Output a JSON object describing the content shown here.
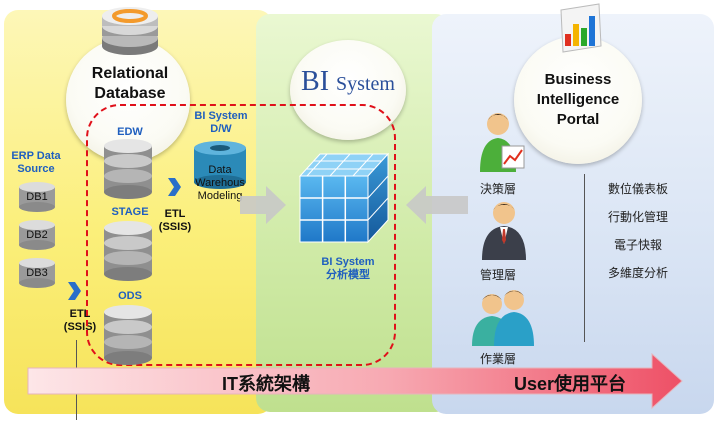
{
  "panels": {
    "left_title": "Relational\nDatabase",
    "mid_logo_bi": "BI",
    "mid_logo_system": "System",
    "right_title": "Business\nIntelligence\nPortal"
  },
  "erp": {
    "label": "ERP Data\nSource",
    "dbs": [
      "DB1",
      "DB2",
      "DB3"
    ],
    "etl": "ETL\n(SSIS)"
  },
  "rdb": {
    "edw": "EDW",
    "stage": "STAGE",
    "ods": "ODS",
    "bi_dw": "BI System\nD/W",
    "dw_modeling": "Data\nWarehous\nModeling",
    "etl": "ETL\n(SSIS)"
  },
  "bi_model": "BI System\n分析模型",
  "roles": [
    "決策層",
    "管理層",
    "作業層"
  ],
  "features": [
    "數位儀表板",
    "行動化管理",
    "電子快報",
    "多維度分析"
  ],
  "bottom": {
    "left": "IT系統架構",
    "right": "User使用平台"
  },
  "colors": {
    "label_blue": "#1f5fbf",
    "dash_red": "#e0101a"
  }
}
